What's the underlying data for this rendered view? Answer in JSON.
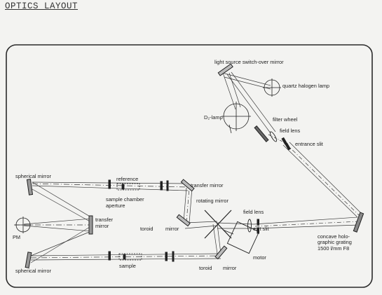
{
  "page": {
    "heading": "OPTICS LAYOUT"
  },
  "labels": {
    "light_source_switch": "light source switch-over mirror",
    "quartz_halogen_lamp": "quartz halogen lamp",
    "d2_lamp": "D₂-lamp",
    "filter_wheel": "filter wheel",
    "field_lens_top": "field lens",
    "entrance_slit": "entrance slit",
    "spherical_mirror_top": "spherical mirror",
    "reference": "reference",
    "transfer_mirror_top": "transfer mirror",
    "sample_chamber": "sample chamber",
    "aperture": "aperture",
    "rotating_mirror": "rotating mirror",
    "field_lens_mid": "field lens",
    "exit_slit": "exit slit",
    "transfer_mirror_left_1": "transfer",
    "transfer_mirror_left_2": "mirror",
    "pm": "PM",
    "toroid_top": "toroid",
    "mirror_top": "mirror",
    "toroid_bottom": "toroid",
    "mirror_bottom": "mirror",
    "sample": "sample",
    "motor": "motor",
    "spherical_mirror_bottom": "spherical mirror",
    "grating_1": "concave holo-",
    "grating_2": "graphic grating",
    "grating_3": "1500 l/mm F8"
  }
}
